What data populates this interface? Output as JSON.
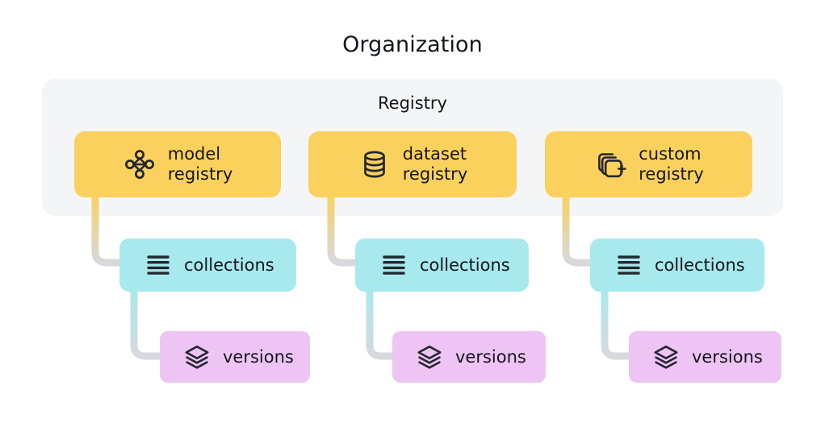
{
  "diagram": {
    "title": "Organization",
    "panel": {
      "title": "Registry"
    },
    "colors": {
      "registry_card": "#fbd15e",
      "collections_card": "#a8e9ee",
      "versions_card": "#eec4f5",
      "panel_background": "#f4f5f7",
      "page_background": "#ffffff",
      "text": "#14161c",
      "connector_gray": "#d6d9dd"
    },
    "columns": [
      {
        "registry": {
          "label": "model\nregistry",
          "icon": "model-node-graph-icon"
        },
        "collections": {
          "label": "collections",
          "icon": "list-lines-icon"
        },
        "versions": {
          "label": "versions",
          "icon": "layers-stack-icon"
        }
      },
      {
        "registry": {
          "label": "dataset\nregistry",
          "icon": "database-cylinder-icon"
        },
        "collections": {
          "label": "collections",
          "icon": "list-lines-icon"
        },
        "versions": {
          "label": "versions",
          "icon": "layers-stack-icon"
        }
      },
      {
        "registry": {
          "label": "custom\nregistry",
          "icon": "stacked-squares-plus-icon"
        },
        "collections": {
          "label": "collections",
          "icon": "list-lines-icon"
        },
        "versions": {
          "label": "versions",
          "icon": "layers-stack-icon"
        }
      }
    ]
  }
}
